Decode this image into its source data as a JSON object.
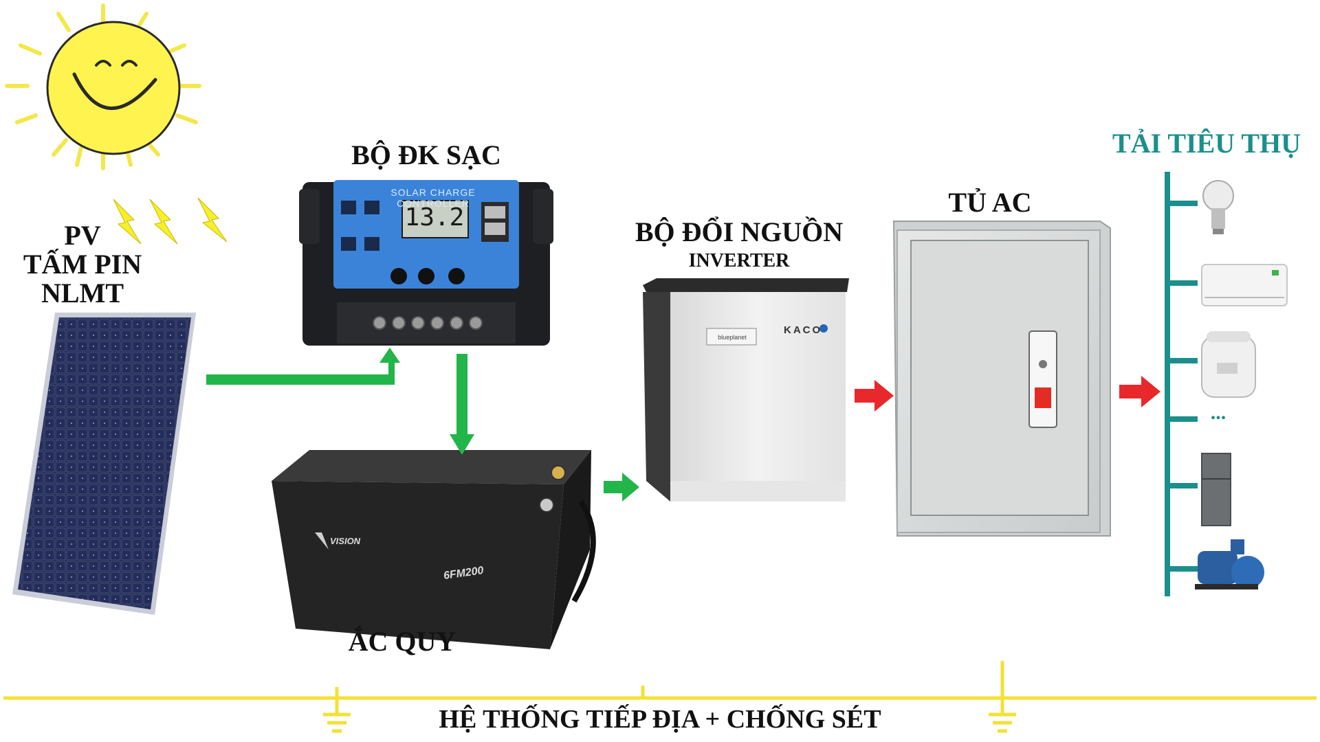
{
  "labels": {
    "pv": [
      "PV",
      "TẤM PIN",
      "NLMT"
    ],
    "charge_controller": "BỘ ĐK SẠC",
    "inverter": "BỘ ĐỔI NGUỒN",
    "inverter_sub": "INVERTER",
    "ac_cabinet": "TỦ AC",
    "loads": "TẢI TIÊU THỤ",
    "battery": "ẮC QUY",
    "grounding": "HỆ THỐNG TIẾP ĐỊA + CHỐNG SÉT",
    "loads_more": "..."
  },
  "controller_screen": {
    "title": "SOLAR CHARGE CONTROLLER",
    "voltage": "13.2"
  },
  "inverter_device": {
    "brand": "KACO",
    "model": "blueplanet"
  },
  "battery_device": {
    "brand": "VISION",
    "model": "6FM200"
  },
  "colors": {
    "flow_green": "#22b54a",
    "flow_red": "#e8282b",
    "bus_teal": "#1b8f8c",
    "ground_yellow": "#f2e234",
    "sun_yellow": "#fff44f"
  },
  "icons": [
    "sun-icon",
    "lightning-icon",
    "solar-panel-icon",
    "charge-controller-icon",
    "battery-icon",
    "inverter-icon",
    "ac-cabinet-icon",
    "light-bulb-icon",
    "air-conditioner-icon",
    "rice-cooker-icon",
    "refrigerator-icon",
    "water-pump-icon",
    "ground-symbol-icon"
  ]
}
